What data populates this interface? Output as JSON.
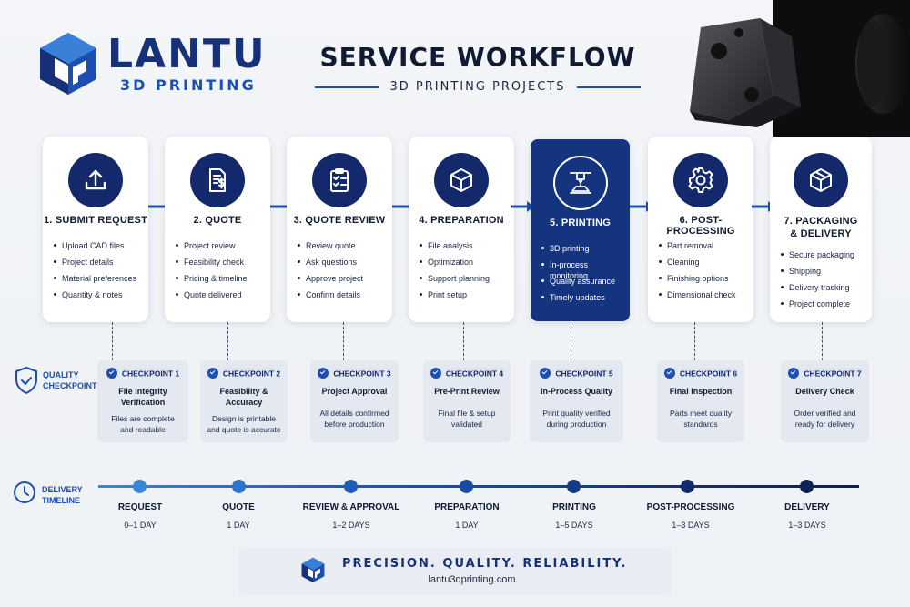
{
  "brand": {
    "name": "LANTU",
    "sub": "3D PRINTING"
  },
  "header": {
    "title": "SERVICE WORKFLOW",
    "subtitle": "3D PRINTING PROJECTS"
  },
  "colors": {
    "navy": "#14296c",
    "accent": "#1b4fb4",
    "active": "#14347f",
    "checkpoint_bg": "#e3e8f1"
  },
  "steps": [
    {
      "title": "1. SUBMIT REQUEST",
      "icon": "upload-icon",
      "items": [
        "Upload CAD files",
        "Project details",
        "Material preferences",
        "Quantity & notes"
      ]
    },
    {
      "title": "2. QUOTE",
      "icon": "document-dollar-icon",
      "items": [
        "Project review",
        "Feasibility check",
        "Pricing & timeline",
        "Quote delivered"
      ]
    },
    {
      "title": "3. QUOTE REVIEW",
      "icon": "clipboard-check-icon",
      "items": [
        "Review quote",
        "Ask questions",
        "Approve project",
        "Confirm details"
      ]
    },
    {
      "title": "4. PREPARATION",
      "icon": "cube-icon",
      "items": [
        "File analysis",
        "Optimization",
        "Support planning",
        "Print setup"
      ]
    },
    {
      "title": "5. PRINTING",
      "icon": "printer-nozzle-icon",
      "active": true,
      "items": [
        "3D printing",
        "In-process monitoring",
        "Quality assurance",
        "Timely updates"
      ]
    },
    {
      "title": "6. POST-PROCESSING",
      "icon": "gear-icon",
      "items": [
        "Part removal",
        "Cleaning",
        "Finishing options",
        "Dimensional check"
      ]
    },
    {
      "title_line1": "7. PACKAGING",
      "title_line2": "& DELIVERY",
      "icon": "package-icon",
      "items": [
        "Secure packaging",
        "Shipping",
        "Delivery tracking",
        "Project complete"
      ]
    }
  ],
  "quality": {
    "label_line1": "QUALITY",
    "label_line2": "CHECKPOINTS",
    "checkpoints": [
      {
        "name": "CHECKPOINT 1",
        "title": [
          "File Integrity",
          "Verification"
        ],
        "desc": [
          "Files are complete",
          "and readable"
        ]
      },
      {
        "name": "CHECKPOINT 2",
        "title": [
          "Feasibility &",
          "Accuracy"
        ],
        "desc": [
          "Design is printable",
          "and quote is accurate"
        ]
      },
      {
        "name": "CHECKPOINT 3",
        "title": [
          "Project Approval"
        ],
        "desc": [
          "All details confirmed",
          "before production"
        ]
      },
      {
        "name": "CHECKPOINT 4",
        "title": [
          "Pre-Print Review"
        ],
        "desc": [
          "Final file & setup",
          "validated"
        ]
      },
      {
        "name": "CHECKPOINT 5",
        "title": [
          "In-Process Quality"
        ],
        "desc": [
          "Print quality verified",
          "during production"
        ]
      },
      {
        "name": "CHECKPOINT 6",
        "title": [
          "Final Inspection"
        ],
        "desc": [
          "Parts meet quality",
          "standards"
        ]
      },
      {
        "name": "CHECKPOINT 7",
        "title": [
          "Delivery Check"
        ],
        "desc": [
          "Order verified and",
          "ready for delivery"
        ]
      }
    ]
  },
  "timeline": {
    "label_line1": "DELIVERY",
    "label_line2": "TIMELINE",
    "stages": [
      {
        "label": "REQUEST",
        "duration": "0–1 DAY"
      },
      {
        "label": "QUOTE",
        "duration": "1 DAY"
      },
      {
        "label": "REVIEW & APPROVAL",
        "duration": "1–2 DAYS"
      },
      {
        "label": "PREPARATION",
        "duration": "1 DAY"
      },
      {
        "label": "PRINTING",
        "duration": "1–5 DAYS"
      },
      {
        "label": "POST-PROCESSING",
        "duration": "1–3 DAYS"
      },
      {
        "label": "DELIVERY",
        "duration": "1–3 DAYS"
      }
    ]
  },
  "footer": {
    "tagline": "PRECISION.  QUALITY.  RELIABILITY.",
    "url": "lantu3dprinting.com"
  }
}
